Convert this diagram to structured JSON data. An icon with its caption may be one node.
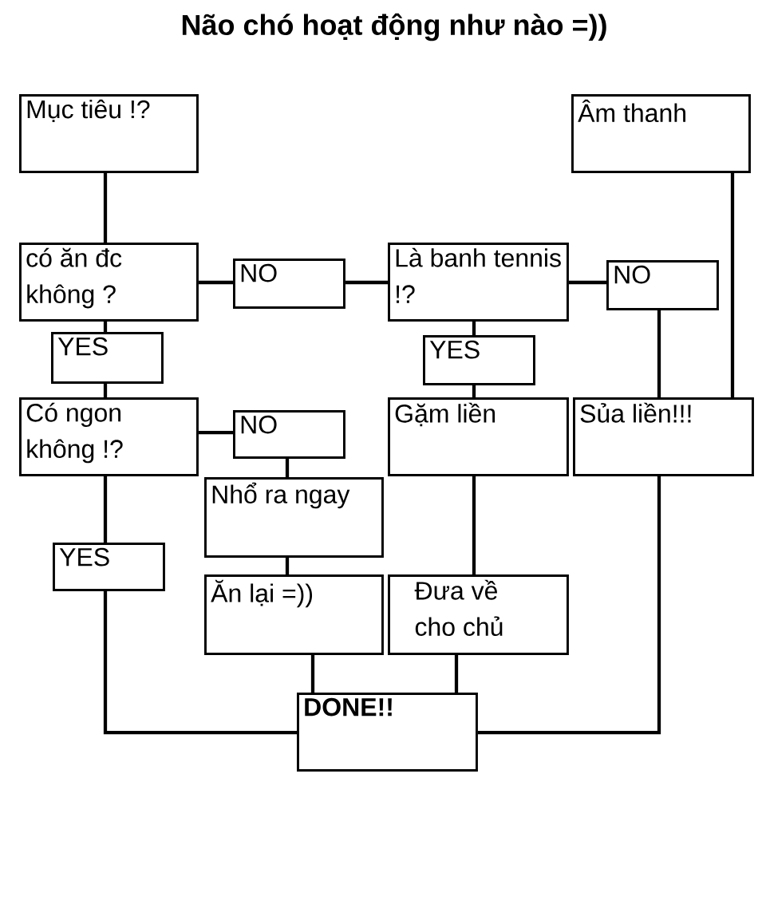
{
  "diagram": {
    "title": "Não chó hoạt động như nào =))",
    "nodes": [
      {
        "text": [
          "Mục tiêu !?"
        ]
      },
      {
        "text": [
          "Âm thanh"
        ]
      },
      {
        "text": [
          "có ăn đc không ?"
        ]
      },
      {
        "text": [
          "NO"
        ]
      },
      {
        "text": [
          "Là banh tennis !?"
        ]
      },
      {
        "text": [
          "NO"
        ]
      },
      {
        "text": [
          "YES"
        ]
      },
      {
        "text": [
          "YES"
        ]
      },
      {
        "text": [
          "Có ngon không !?"
        ]
      },
      {
        "text": [
          "NO"
        ]
      },
      {
        "text": [
          "Gặm liền"
        ]
      },
      {
        "text": [
          "Sủa liền!!!"
        ]
      },
      {
        "text": [
          "Nhổ ra ngay"
        ]
      },
      {
        "text": [
          "YES"
        ]
      },
      {
        "text": [
          "Ăn lại =))"
        ]
      },
      {
        "text": [
          "Đưa về cho chủ"
        ]
      },
      {
        "text": [
          "DONE!!"
        ]
      }
    ],
    "edges": [
      {
        "from": 0,
        "to": 2,
        "arrow": "none"
      },
      {
        "from": 2,
        "to": 3,
        "arrow": "none"
      },
      {
        "from": 3,
        "to": 4,
        "arrow": "none"
      },
      {
        "from": 4,
        "to": 5,
        "arrow": "none"
      },
      {
        "from": 2,
        "to": 6,
        "arrow": "none"
      },
      {
        "from": 6,
        "to": 8,
        "arrow": "none"
      },
      {
        "from": 4,
        "to": 7,
        "arrow": "none"
      },
      {
        "from": 7,
        "to": 10,
        "arrow": "none"
      },
      {
        "from": 5,
        "to": 11,
        "arrow": "none"
      },
      {
        "from": 1,
        "to": 11,
        "arrow": "none"
      },
      {
        "from": 8,
        "to": 9,
        "arrow": "none"
      },
      {
        "from": 9,
        "to": 12,
        "arrow": "none"
      },
      {
        "from": 12,
        "to": 14,
        "arrow": "none"
      },
      {
        "from": 8,
        "to": 13,
        "arrow": "none"
      },
      {
        "from": 13,
        "to": 16,
        "arrow": "none"
      },
      {
        "from": 10,
        "to": 15,
        "arrow": "none"
      },
      {
        "from": 14,
        "to": 16,
        "arrow": "none"
      },
      {
        "from": 15,
        "to": 16,
        "arrow": "none"
      },
      {
        "from": 11,
        "to": 16,
        "arrow": "none"
      }
    ]
  }
}
